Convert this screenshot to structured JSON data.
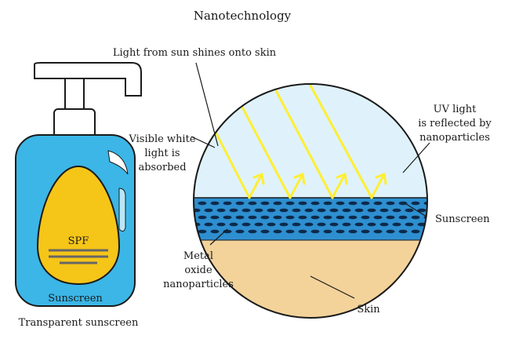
{
  "title": "Nanotechnology",
  "bottle": {
    "label_spf": "SPF",
    "label_brand": "Sunscreen",
    "caption": "Transparent sunscreen",
    "body_color": "#3bb6e6",
    "egg_color": "#f5c518"
  },
  "labels": {
    "sunlight": "Light from sun shines onto skin",
    "visible_1": "Visible white",
    "visible_2": "light is",
    "visible_3": "absorbed",
    "uv_1": "UV light",
    "uv_2": "is reflected by",
    "uv_3": "nanoparticles",
    "sunscreen": "Sunscreen",
    "metal_1": "Metal",
    "metal_2": "oxide",
    "metal_3": "nanoparticles",
    "skin": "Skin"
  },
  "colors": {
    "sky": "#dff2fb",
    "sunscreen_layer": "#2e8fd0",
    "nanoparticle": "#0d2a4a",
    "skin": "#f3d39a",
    "light_ray": "#ffee33"
  }
}
